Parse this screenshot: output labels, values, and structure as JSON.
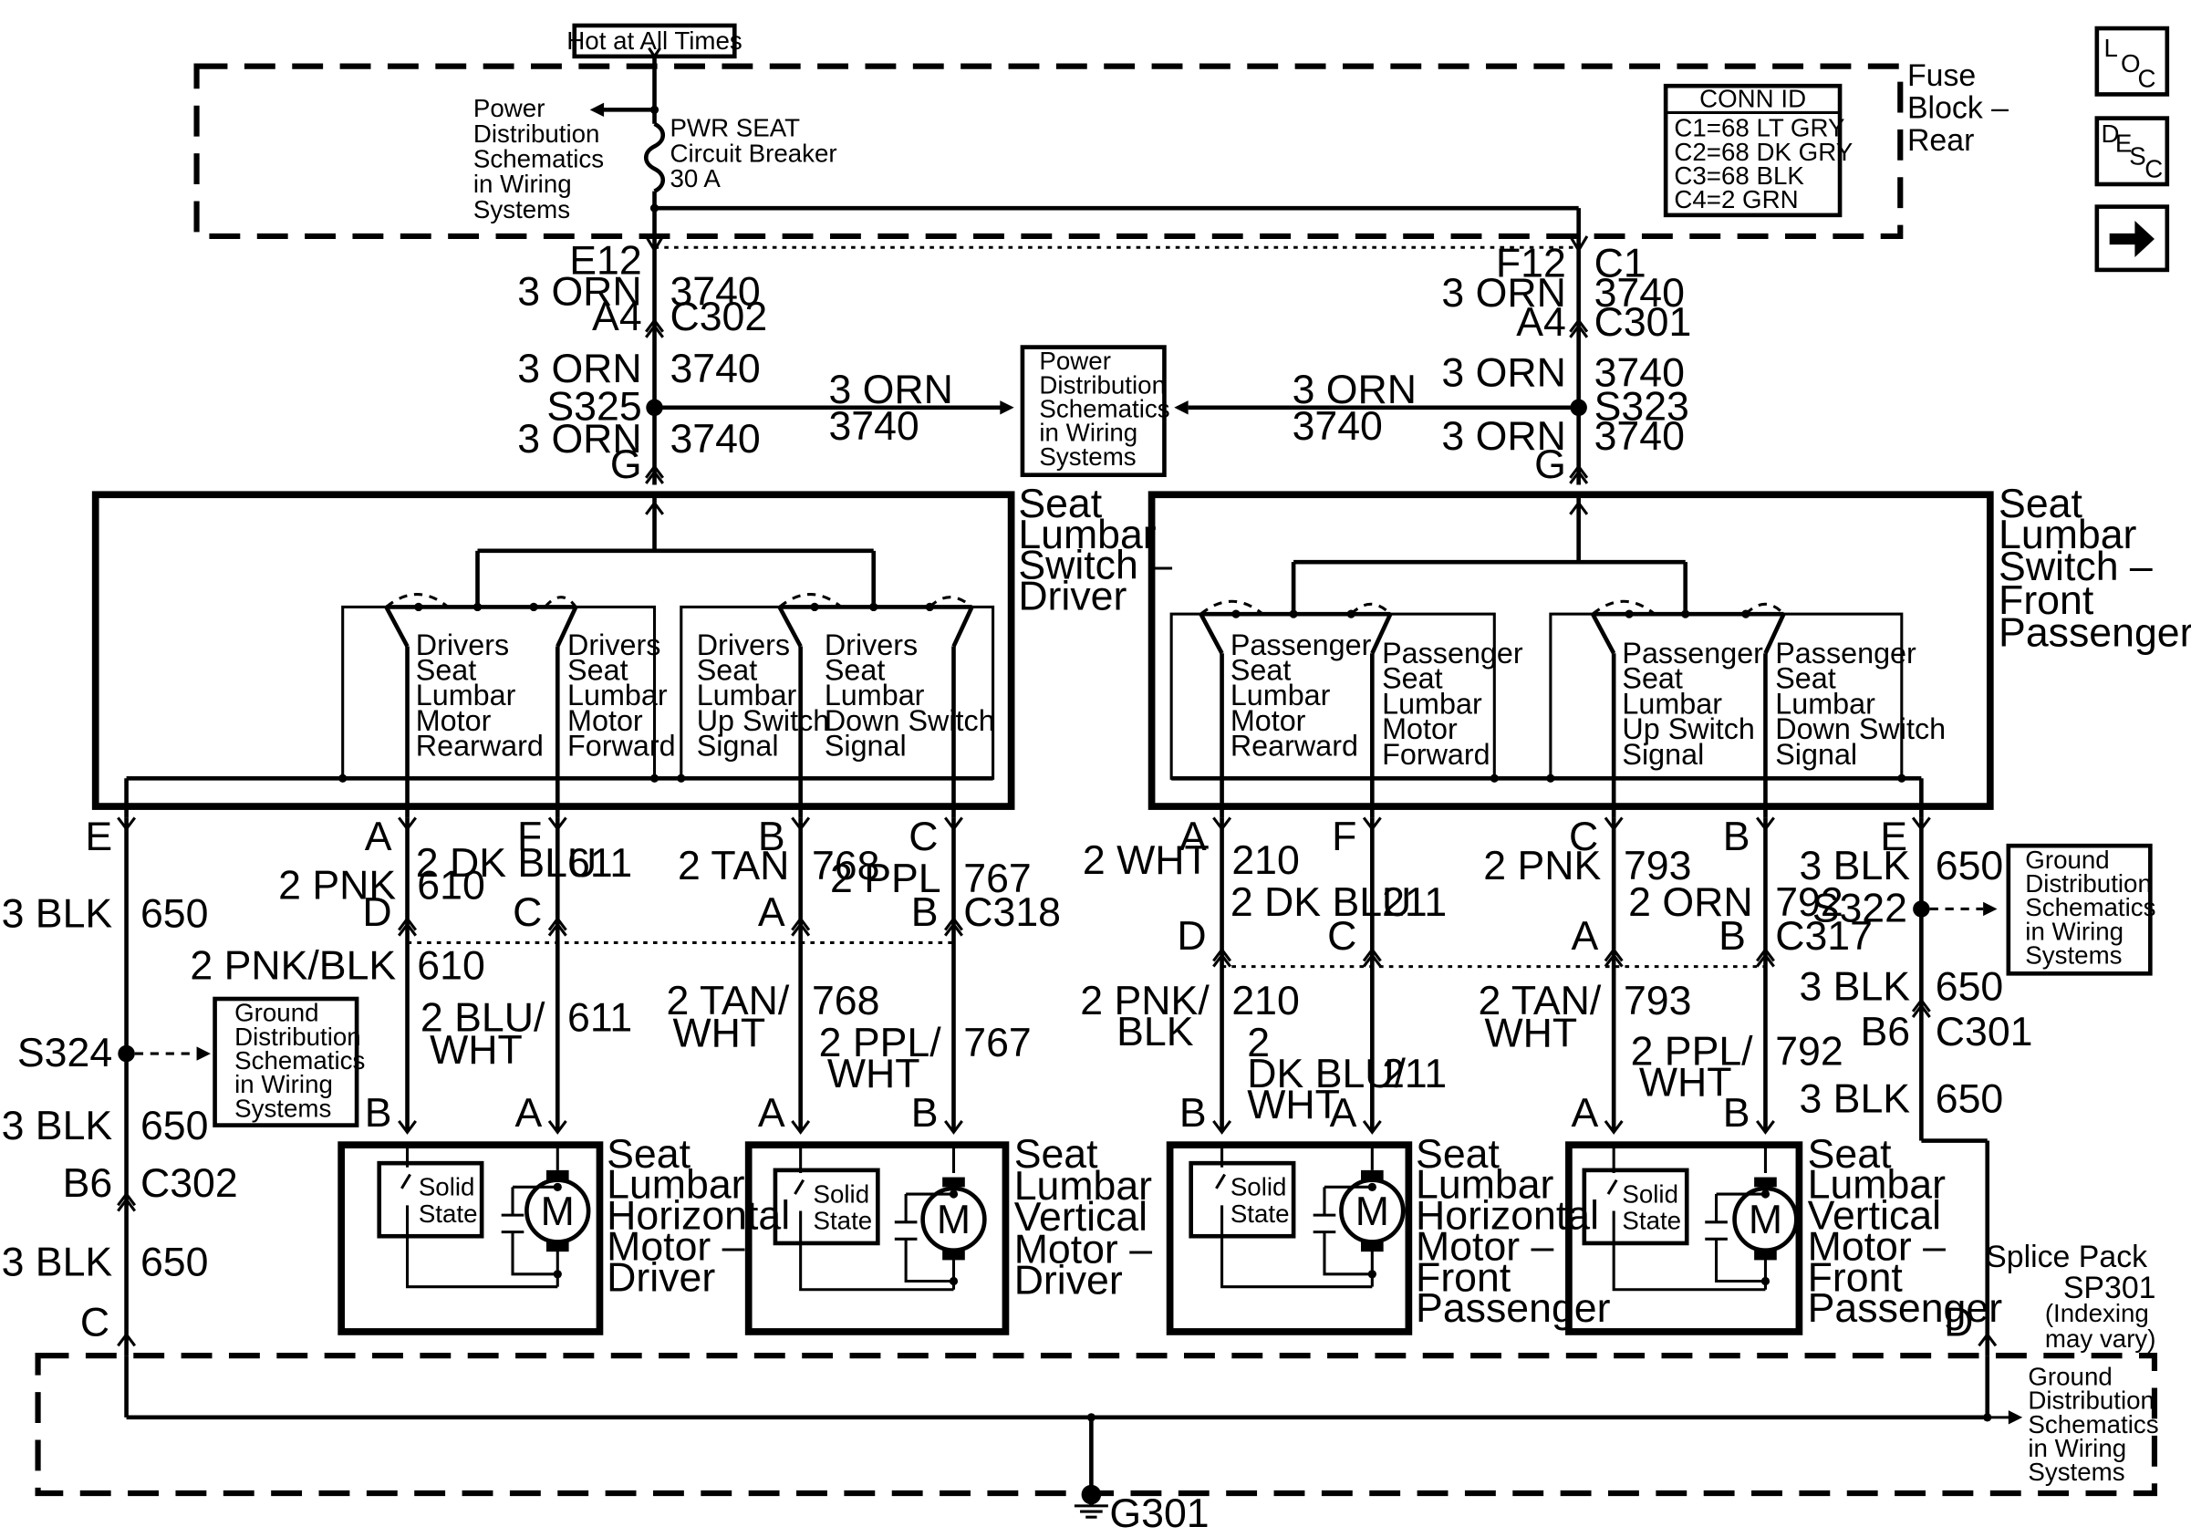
{
  "header": {
    "hot_label": "Hot at All Times"
  },
  "side_buttons": {
    "loc": {
      "a": "L",
      "b": "O",
      "c": "C"
    },
    "desc": {
      "a": "D",
      "b": "E",
      "c": "S",
      "d": "C"
    }
  },
  "fuse_block": {
    "title": [
      "Fuse",
      "Block –",
      "Rear"
    ],
    "breaker": [
      "PWR SEAT",
      "Circuit Breaker",
      "30 A"
    ],
    "pds_ref": [
      "Power",
      "Distribution",
      "Schematics",
      "in Wiring",
      "Systems"
    ],
    "conn_id": {
      "title": "CONN ID",
      "rows": [
        "C1=68 LT GRY",
        "C2=68 DK GRY",
        "C3=68 BLK",
        "C4=2 GRN"
      ]
    }
  },
  "left_feed": {
    "pin_top": "E12",
    "wire1": "3 ORN",
    "circ1": "3740",
    "pin2": "A4",
    "conn": "C302",
    "wire2": "3 ORN",
    "circ2": "3740",
    "splice": "S325",
    "wire3": "3 ORN",
    "circ3": "3740",
    "pin3": "G",
    "branch_wire": "3 ORN",
    "branch_circ": "3740"
  },
  "right_feed": {
    "pin_top": "F12",
    "conn_top": "C1",
    "wire1": "3 ORN",
    "circ1": "3740",
    "pin2": "A4",
    "conn": "C301",
    "wire2": "3 ORN",
    "circ2": "3740",
    "splice": "S323",
    "wire3": "3 ORN",
    "circ3": "3740",
    "pin3": "G",
    "branch_wire": "3 ORN",
    "branch_circ": "3740"
  },
  "center_pds": [
    "Power",
    "Distribution",
    "Schematics",
    "in Wiring",
    "Systems"
  ],
  "driver_switch": {
    "title": [
      "Seat",
      "Lumbar",
      "Switch –",
      "Driver"
    ],
    "labels": [
      [
        "Drivers",
        "Seat",
        "Lumbar",
        "Motor",
        "Rearward"
      ],
      [
        "Drivers",
        "Seat",
        "Lumbar",
        "Motor",
        "Forward"
      ],
      [
        "Drivers",
        "Seat",
        "Lumbar",
        "Up Switch",
        "Signal"
      ],
      [
        "Drivers",
        "Seat",
        "Lumbar",
        "Down Switch",
        "Signal"
      ]
    ]
  },
  "passenger_switch": {
    "title": [
      "Seat",
      "Lumbar",
      "Switch –",
      "Front",
      "Passenger"
    ],
    "labels": [
      [
        "Passenger",
        "Seat",
        "Lumbar",
        "Motor",
        "Rearward"
      ],
      [
        "Passenger",
        "Seat",
        "Lumbar",
        "Motor",
        "Forward"
      ],
      [
        "Passenger",
        "Seat",
        "Lumbar",
        "Up Switch",
        "Signal"
      ],
      [
        "Passenger",
        "Seat",
        "Lumbar",
        "Down Switch",
        "Signal"
      ]
    ]
  },
  "driver_ground": {
    "pin_top": "E",
    "wire1": "3 BLK",
    "circ1": "650",
    "splice": "S324",
    "wire2": "3 BLK",
    "circ2": "650",
    "pin_conn": "B6",
    "conn": "C302",
    "wire3": "3 BLK",
    "circ3": "650",
    "pin_bottom": "C",
    "gds_ref": [
      "Ground",
      "Distribution",
      "Schematics",
      "in Wiring",
      "Systems"
    ]
  },
  "driver_wires": {
    "a": {
      "pin": "A",
      "wire": "2 PNK",
      "circ": "610",
      "pin2": "D",
      "wire2": "2 PNK/BLK",
      "circ2": "610",
      "pin3": "B"
    },
    "f": {
      "pin": "F",
      "wire": "2 DK BLU",
      "circ": "611",
      "pin2": "C",
      "wire2a": "2 BLU/",
      "wire2b": "WHT",
      "circ2": "611",
      "pin3": "A"
    },
    "b": {
      "pin": "B",
      "wire": "2 TAN",
      "circ": "768",
      "pin2": "A",
      "wire2a": "2 TAN/",
      "wire2b": "WHT",
      "circ2": "768",
      "pin3": "A"
    },
    "c": {
      "pin": "C",
      "wire": "2 PPL",
      "circ": "767",
      "pin2": "B",
      "conn": "C318",
      "wire2a": "2 PPL/",
      "wire2b": "WHT",
      "circ2": "767",
      "pin3": "B"
    }
  },
  "passenger_wires": {
    "a": {
      "pin": "A",
      "wire": "2 WHT",
      "circ": "210",
      "pin2": "D",
      "wire2a": "2 PNK/",
      "wire2b": "BLK",
      "circ2": "210",
      "pin3": "B"
    },
    "f": {
      "pin": "F",
      "wire": "2 DK BLU",
      "circ": "211",
      "pin2": "C",
      "wire2a": "2",
      "wire2b": "DK BLU/",
      "wire2c": "WHT",
      "circ2": "211",
      "pin3": "A"
    },
    "c": {
      "pin": "C",
      "wire": "2 PNK",
      "circ": "793",
      "pin2": "A",
      "wire2a": "2 TAN/",
      "wire2b": "WHT",
      "circ2": "793",
      "pin3": "A"
    },
    "b": {
      "pin": "B",
      "wire": "2 ORN",
      "circ": "792",
      "pin2": "B",
      "conn": "C317",
      "wire2a": "2 PPL/",
      "wire2b": "WHT",
      "circ2": "792",
      "pin3": "B"
    }
  },
  "passenger_ground": {
    "pin_top": "E",
    "wire1": "3 BLK",
    "circ1": "650",
    "splice": "S322",
    "wire2": "3 BLK",
    "circ2": "650",
    "pin_conn": "B6",
    "conn": "C301",
    "wire3": "3 BLK",
    "circ3": "650",
    "gds_ref": [
      "Ground",
      "Distribution",
      "Schematics",
      "in Wiring",
      "Systems"
    ]
  },
  "motors": [
    {
      "title": [
        "Seat",
        "Lumbar",
        "Horizontal",
        "Motor –",
        "Driver"
      ],
      "solid": [
        "Solid",
        "State"
      ],
      "m": "M"
    },
    {
      "title": [
        "Seat",
        "Lumbar",
        "Vertical",
        "Motor –",
        "Driver"
      ],
      "solid": [
        "Solid",
        "State"
      ],
      "m": "M"
    },
    {
      "title": [
        "Seat",
        "Lumbar",
        "Horizontal",
        "Motor –",
        "Front",
        "Passenger"
      ],
      "solid": [
        "Solid",
        "State"
      ],
      "m": "M"
    },
    {
      "title": [
        "Seat",
        "Lumbar",
        "Vertical",
        "Motor –",
        "Front",
        "Passenger"
      ],
      "solid": [
        "Solid",
        "State"
      ],
      "m": "M"
    }
  ],
  "splice_pack": {
    "title": [
      "Splice Pack",
      "SP301"
    ],
    "note": [
      "(Indexing",
      "may vary)"
    ],
    "pin": "D",
    "gds_ref": [
      "Ground",
      "Distribution",
      "Schematics",
      "in Wiring",
      "Systems"
    ]
  },
  "ground": {
    "label": "G301"
  }
}
